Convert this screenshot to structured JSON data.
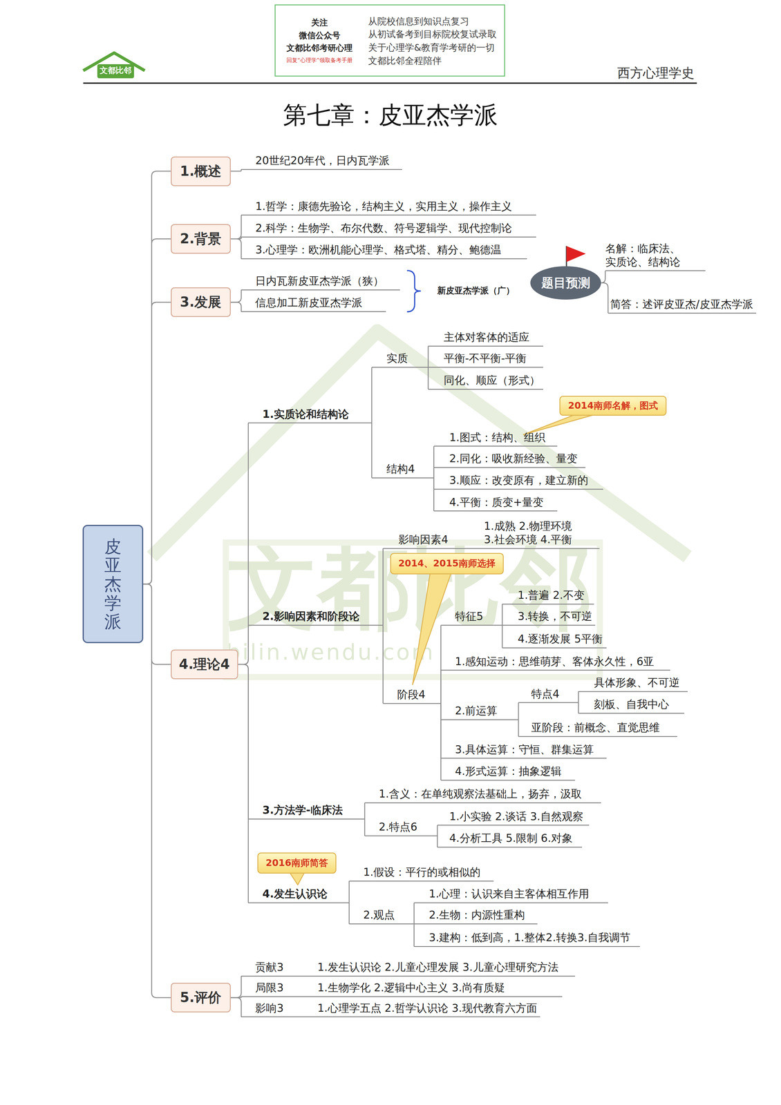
{
  "diagram": {
    "title": "第七章：皮亚杰学派",
    "nodes": [
      {
        "text": [
          "皮亚杰学派"
        ]
      },
      {
        "text": [
          "1.概述"
        ]
      },
      {
        "text": [
          "20世纪20年代，日内瓦学派"
        ]
      },
      {
        "text": [
          "2.背景"
        ]
      },
      {
        "text": [
          "1.哲学：康德先验论，结构主义，实用主义，操作主义"
        ]
      },
      {
        "text": [
          "2.科学：生物学、布尔代数、符号逻辑学、现代控制论"
        ]
      },
      {
        "text": [
          "3.心理学：欧洲机能心理学、格式塔、精分、鲍德温"
        ]
      },
      {
        "text": [
          "3.发展"
        ]
      },
      {
        "text": [
          "日内瓦新皮亚杰学派（狭）"
        ]
      },
      {
        "text": [
          "信息加工新皮亚杰学派"
        ]
      },
      {
        "text": [
          "题目预测"
        ]
      },
      {
        "text": [
          "名解：临床法、 实质论、结构论"
        ]
      },
      {
        "text": [
          "简答：述评皮亚杰/皮亚杰学派"
        ]
      },
      {
        "text": [
          "4.理论4"
        ]
      },
      {
        "text": [
          "1.实质论和结构论"
        ]
      },
      {
        "text": [
          "实质"
        ]
      },
      {
        "text": [
          "主体对客体的适应"
        ]
      },
      {
        "text": [
          "平衡-不平衡-平衡"
        ]
      },
      {
        "text": [
          "同化、顺应（形式）"
        ]
      },
      {
        "text": [
          "结构4"
        ]
      },
      {
        "text": [
          "2014南师名解，图式"
        ]
      },
      {
        "text": [
          "1.图式：结构、组织"
        ]
      },
      {
        "text": [
          "2.同化：吸收新经验、量变"
        ]
      },
      {
        "text": [
          "3.顺应：改变原有，建立新的"
        ]
      },
      {
        "text": [
          "4.平衡：质变+量变"
        ]
      },
      {
        "text": [
          "2.影响因素和阶段论"
        ]
      },
      {
        "text": [
          "影响因素4",
          "1.成熟 2.物理环境 3.社会环境 4.平衡"
        ]
      },
      {
        "text": [
          "2014、2015南师选择"
        ]
      },
      {
        "text": [
          "阶段4"
        ]
      },
      {
        "text": [
          "特征5"
        ]
      },
      {
        "text": [
          "1.普遍 2.不变"
        ]
      },
      {
        "text": [
          "3.转换，不可逆"
        ]
      },
      {
        "text": [
          "4.逐渐发展 5平衡"
        ]
      },
      {
        "text": [
          "1.感知运动：思维萌芽、客体永久性，6亚"
        ]
      },
      {
        "text": [
          "2.前运算"
        ]
      },
      {
        "text": [
          "特点4"
        ]
      },
      {
        "text": [
          "具体形象、不可逆"
        ]
      },
      {
        "text": [
          "刻板、自我中心"
        ]
      },
      {
        "text": [
          "亚阶段：前概念、直觉思维"
        ]
      },
      {
        "text": [
          "3.具体运算：守恒、群集运算"
        ]
      },
      {
        "text": [
          "4.形式运算：抽象逻辑"
        ]
      },
      {
        "text": [
          "3.方法学-临床法"
        ]
      },
      {
        "text": [
          "1.含义：在单纯观察法基础上，扬弃，汲取"
        ]
      },
      {
        "text": [
          "2.特点6"
        ]
      },
      {
        "text": [
          "1.小实验 2.谈话 3.自然观察"
        ]
      },
      {
        "text": [
          "4.分析工具 5.限制 6.对象"
        ]
      },
      {
        "text": [
          "2016南师简答"
        ]
      },
      {
        "text": [
          "4.发生认识论"
        ]
      },
      {
        "text": [
          "1.假设：平行的或相似的"
        ]
      },
      {
        "text": [
          "2.观点"
        ]
      },
      {
        "text": [
          "1.心理：认识来自主客体相互作用"
        ]
      },
      {
        "text": [
          "2.生物：内源性重构"
        ]
      },
      {
        "text": [
          "3.建构：低到高，1.整体2.转换3.自我调节"
        ]
      },
      {
        "text": [
          "5.评价"
        ]
      },
      {
        "text": [
          "贡献3",
          "1.发生认识论 2.儿童心理发展 3.儿童心理研究方法"
        ]
      },
      {
        "text": [
          "局限3",
          "1.生物学化 2.逻辑中心主义 3.尚有质疑"
        ]
      },
      {
        "text": [
          "影响3",
          "1.心理学五点 2.哲学认识论 3.现代教育六方面"
        ]
      }
    ],
    "edges": [
      {
        "from": 0,
        "to": 1,
        "arrow": "none"
      },
      {
        "from": 0,
        "to": 3,
        "arrow": "none"
      },
      {
        "from": 0,
        "to": 7,
        "arrow": "none"
      },
      {
        "from": 0,
        "to": 13,
        "arrow": "none"
      },
      {
        "from": 0,
        "to": 53,
        "arrow": "none"
      },
      {
        "from": 1,
        "to": 2,
        "arrow": "none"
      },
      {
        "from": 3,
        "to": 4,
        "arrow": "none"
      },
      {
        "from": 3,
        "to": 5,
        "arrow": "none"
      },
      {
        "from": 3,
        "to": 6,
        "arrow": "none"
      },
      {
        "from": 7,
        "to": 8,
        "arrow": "none"
      },
      {
        "from": 7,
        "to": 9,
        "arrow": "none"
      },
      {
        "from": 10,
        "to": 11,
        "arrow": "none"
      },
      {
        "from": 10,
        "to": 12,
        "arrow": "none"
      },
      {
        "from": 13,
        "to": 14,
        "arrow": "none"
      },
      {
        "from": 13,
        "to": 25,
        "arrow": "none"
      },
      {
        "from": 13,
        "to": 41,
        "arrow": "none"
      },
      {
        "from": 13,
        "to": 47,
        "arrow": "none"
      },
      {
        "from": 14,
        "to": 15,
        "arrow": "none"
      },
      {
        "from": 14,
        "to": 19,
        "arrow": "none"
      },
      {
        "from": 15,
        "to": 16,
        "arrow": "none"
      },
      {
        "from": 15,
        "to": 17,
        "arrow": "none"
      },
      {
        "from": 15,
        "to": 18,
        "arrow": "none"
      },
      {
        "from": 19,
        "to": 21,
        "arrow": "none"
      },
      {
        "from": 19,
        "to": 22,
        "arrow": "none"
      },
      {
        "from": 19,
        "to": 23,
        "arrow": "none"
      },
      {
        "from": 19,
        "to": 24,
        "arrow": "none"
      },
      {
        "from": 25,
        "to": 26,
        "arrow": "none"
      },
      {
        "from": 25,
        "to": 28,
        "arrow": "none"
      },
      {
        "from": 28,
        "to": 29,
        "arrow": "none"
      },
      {
        "from": 28,
        "to": 33,
        "arrow": "none"
      },
      {
        "from": 28,
        "to": 34,
        "arrow": "none"
      },
      {
        "from": 28,
        "to": 39,
        "arrow": "none"
      },
      {
        "from": 28,
        "to": 40,
        "arrow": "none"
      },
      {
        "from": 29,
        "to": 30,
        "arrow": "none"
      },
      {
        "from": 29,
        "to": 31,
        "arrow": "none"
      },
      {
        "from": 29,
        "to": 32,
        "arrow": "none"
      },
      {
        "from": 34,
        "to": 35,
        "arrow": "none"
      },
      {
        "from": 34,
        "to": 38,
        "arrow": "none"
      },
      {
        "from": 35,
        "to": 36,
        "arrow": "none"
      },
      {
        "from": 35,
        "to": 37,
        "arrow": "none"
      },
      {
        "from": 41,
        "to": 42,
        "arrow": "none"
      },
      {
        "from": 41,
        "to": 43,
        "arrow": "none"
      },
      {
        "from": 43,
        "to": 44,
        "arrow": "none"
      },
      {
        "from": 43,
        "to": 45,
        "arrow": "none"
      },
      {
        "from": 47,
        "to": 48,
        "arrow": "none"
      },
      {
        "from": 47,
        "to": 49,
        "arrow": "none"
      },
      {
        "from": 49,
        "to": 50,
        "arrow": "none"
      },
      {
        "from": 49,
        "to": 51,
        "arrow": "none"
      },
      {
        "from": 49,
        "to": 52,
        "arrow": "none"
      },
      {
        "from": 53,
        "to": 54,
        "arrow": "none"
      },
      {
        "from": 53,
        "to": 55,
        "arrow": "none"
      },
      {
        "from": 53,
        "to": 56,
        "arrow": "none"
      }
    ],
    "labels": [
      "关注",
      "微信公众号",
      "文都比邻考研心理",
      "回复“心理学”领取备考手册",
      "从院校信息到知识点复习",
      "从初试备考到目标院校复试录取",
      "关于心理学&教育学考研的一切",
      "文都比邻全程陪伴",
      "文都比邻",
      "西方心理学史",
      "新皮亚杰学派（广）",
      "文都比邻",
      "bilin.wendu.com"
    ]
  }
}
